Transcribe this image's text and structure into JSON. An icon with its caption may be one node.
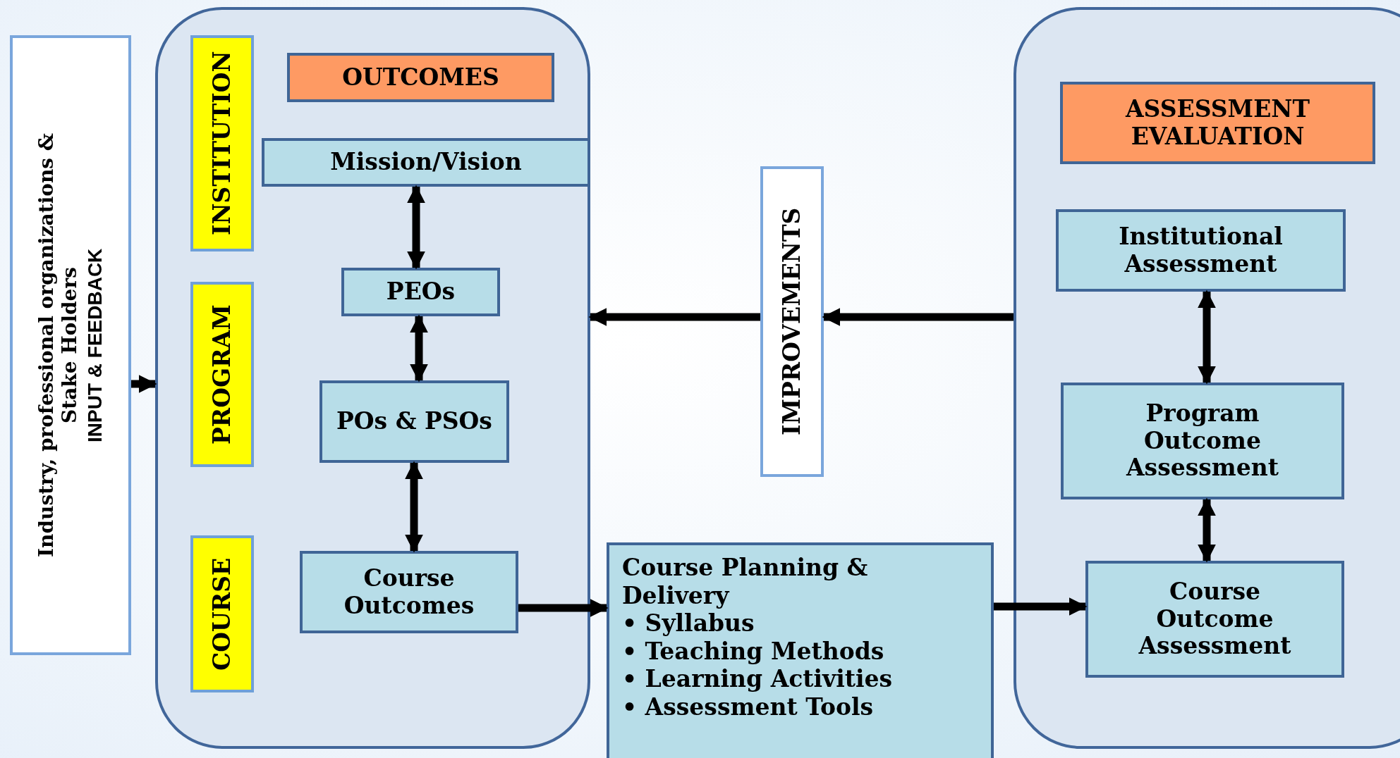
{
  "diagram": {
    "nodes": [
      {
        "text": [
          "Industry, professional organizations & Stake Holders",
          "INPUT & FEEDBACK"
        ]
      },
      {
        "text": [],
        "shape": "box"
      },
      {
        "text": [
          "INSTITUTION"
        ],
        "in": 1
      },
      {
        "text": [
          "PROGRAM"
        ],
        "in": 1
      },
      {
        "text": [
          "COURSE"
        ],
        "in": 1
      },
      {
        "text": [
          "OUTCOMES"
        ],
        "in": 1
      },
      {
        "text": [
          "Mission/Vision"
        ],
        "in": 1
      },
      {
        "text": [
          "PEOs"
        ],
        "in": 1
      },
      {
        "text": [
          "POs & PSOs"
        ],
        "in": 1
      },
      {
        "text": [
          "Course Outcomes"
        ],
        "in": 1
      },
      {
        "text": [
          "IMPROVEMENTS"
        ]
      },
      {
        "text": [],
        "shape": "box"
      },
      {
        "text": [
          "ASSESSMENT EVALUATION"
        ],
        "in": 11
      },
      {
        "text": [
          "Institutional Assessment"
        ],
        "in": 11
      },
      {
        "text": [
          "Program Outcome Assessment"
        ],
        "in": 11
      },
      {
        "text": [
          "Course Planning & Delivery",
          "• Syllabus",
          "• Teaching Methods",
          "• Learning Activities",
          "• Assessment Tools"
        ]
      },
      {
        "text": [
          "Course Outcome Assessment"
        ],
        "in": 11
      }
    ],
    "edges": [
      {
        "from": 0,
        "to": 1,
        "arrow": "to"
      },
      {
        "from": 6,
        "to": 7,
        "arrow": "both"
      },
      {
        "from": 7,
        "to": 8,
        "arrow": "both"
      },
      {
        "from": 8,
        "to": 9,
        "arrow": "both"
      },
      {
        "from": 9,
        "to": 15,
        "arrow": "to"
      },
      {
        "from": 15,
        "to": 16,
        "arrow": "to"
      },
      {
        "from": 13,
        "to": 14,
        "arrow": "both"
      },
      {
        "from": 14,
        "to": 16,
        "arrow": "both"
      },
      {
        "from": 11,
        "to": 10,
        "arrow": "to"
      },
      {
        "from": 10,
        "to": 1,
        "arrow": "to"
      }
    ]
  }
}
